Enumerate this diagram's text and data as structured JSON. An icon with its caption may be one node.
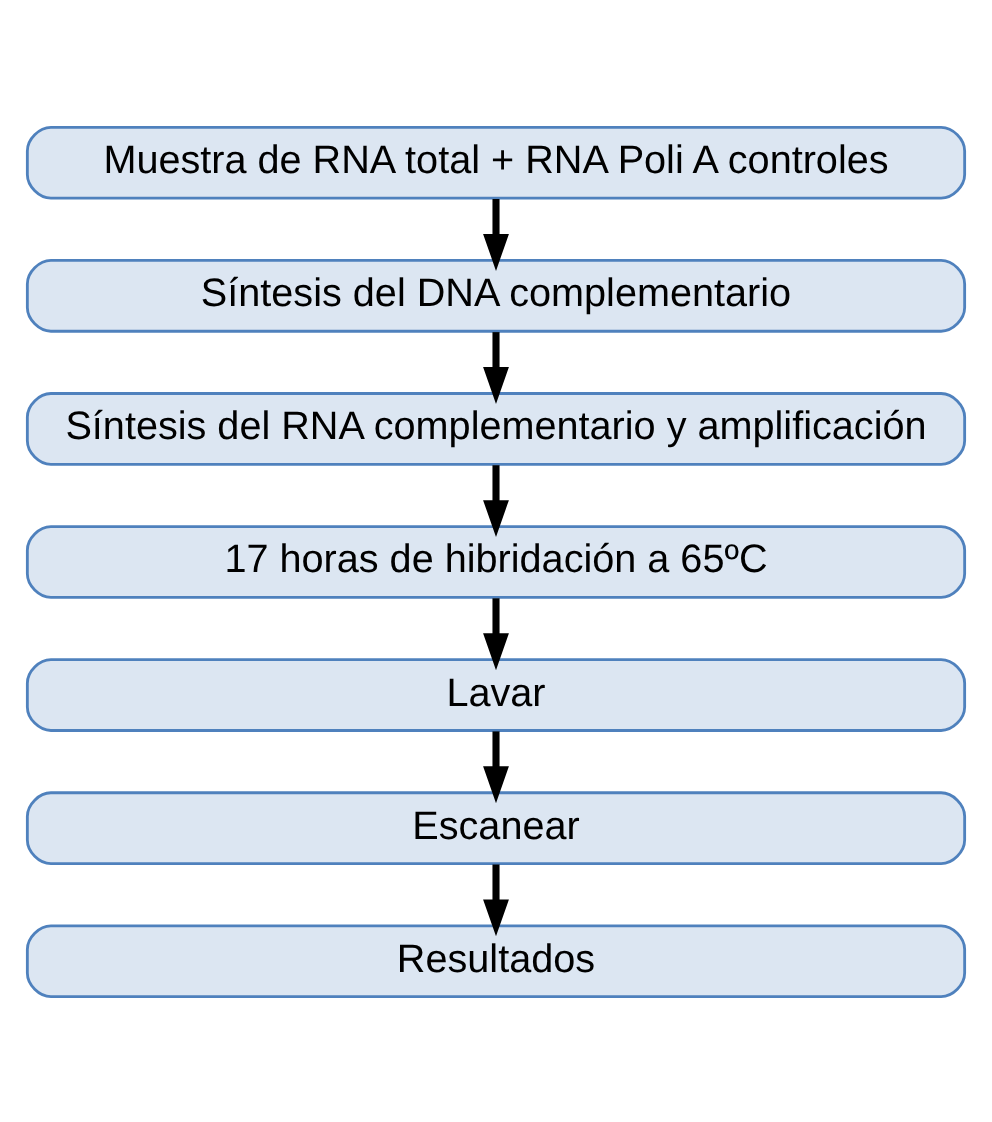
{
  "diagram": {
    "nodes": [
      {
        "text": [
          "Muestra de RNA total + RNA Poli A controles"
        ]
      },
      {
        "text": [
          "Síntesis del DNA complementario"
        ]
      },
      {
        "text": [
          "Síntesis del RNA complementario y amplificación"
        ]
      },
      {
        "text": [
          "17 horas de hibridación a 65ºC"
        ]
      },
      {
        "text": [
          "Lavar"
        ]
      },
      {
        "text": [
          "Escanear"
        ]
      },
      {
        "text": [
          "Resultados"
        ]
      }
    ],
    "edges": [
      {
        "from": 0,
        "to": 1,
        "arrow": "to"
      },
      {
        "from": 1,
        "to": 2,
        "arrow": "to"
      },
      {
        "from": 2,
        "to": 3,
        "arrow": "to"
      },
      {
        "from": 3,
        "to": 4,
        "arrow": "to"
      },
      {
        "from": 4,
        "to": 5,
        "arrow": "to"
      },
      {
        "from": 5,
        "to": 6,
        "arrow": "to"
      }
    ]
  }
}
